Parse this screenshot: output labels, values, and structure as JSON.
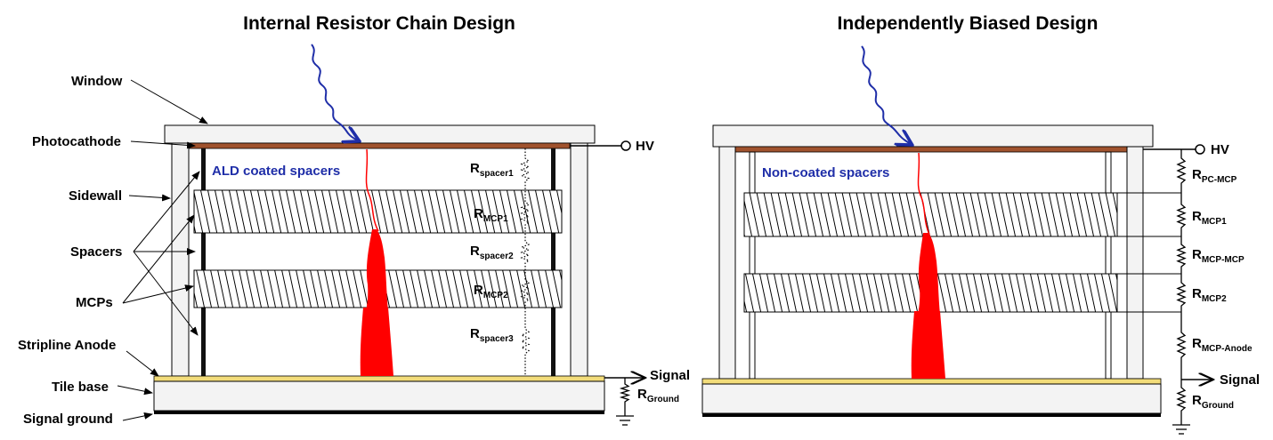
{
  "left": {
    "title": "Internal Resistor Chain Design",
    "labels": {
      "window": "Window",
      "photocathode": "Photocathode",
      "sidewall": "Sidewall",
      "spacers": "Spacers",
      "mcps": "MCPs",
      "stripline_anode": "Stripline Anode",
      "tile_base": "Tile base",
      "signal_ground": "Signal ground"
    },
    "spacer_note": "ALD coated spacers",
    "hv": "HV",
    "signal": "Signal",
    "resistors": [
      {
        "main": "R",
        "sub": "spacer1"
      },
      {
        "main": "R",
        "sub": "MCP1"
      },
      {
        "main": "R",
        "sub": "spacer2"
      },
      {
        "main": "R",
        "sub": "MCP2"
      },
      {
        "main": "R",
        "sub": "spacer3"
      },
      {
        "main": "R",
        "sub": "Ground"
      }
    ]
  },
  "right": {
    "title": "Independently Biased Design",
    "spacer_note": "Non-coated spacers",
    "hv": "HV",
    "signal": "Signal",
    "resistors": [
      {
        "main": "R",
        "sub": "PC-MCP"
      },
      {
        "main": "R",
        "sub": "MCP1"
      },
      {
        "main": "R",
        "sub": "MCP-MCP"
      },
      {
        "main": "R",
        "sub": "MCP2"
      },
      {
        "main": "R",
        "sub": "MCP-Anode"
      },
      {
        "main": "R",
        "sub": "Ground"
      }
    ]
  },
  "colors": {
    "photocathode": "#a0522d",
    "anode": "#f2dc7a",
    "photon": "#1f2ea8",
    "electron": "#ff0000",
    "note": "#1f2ea8"
  }
}
